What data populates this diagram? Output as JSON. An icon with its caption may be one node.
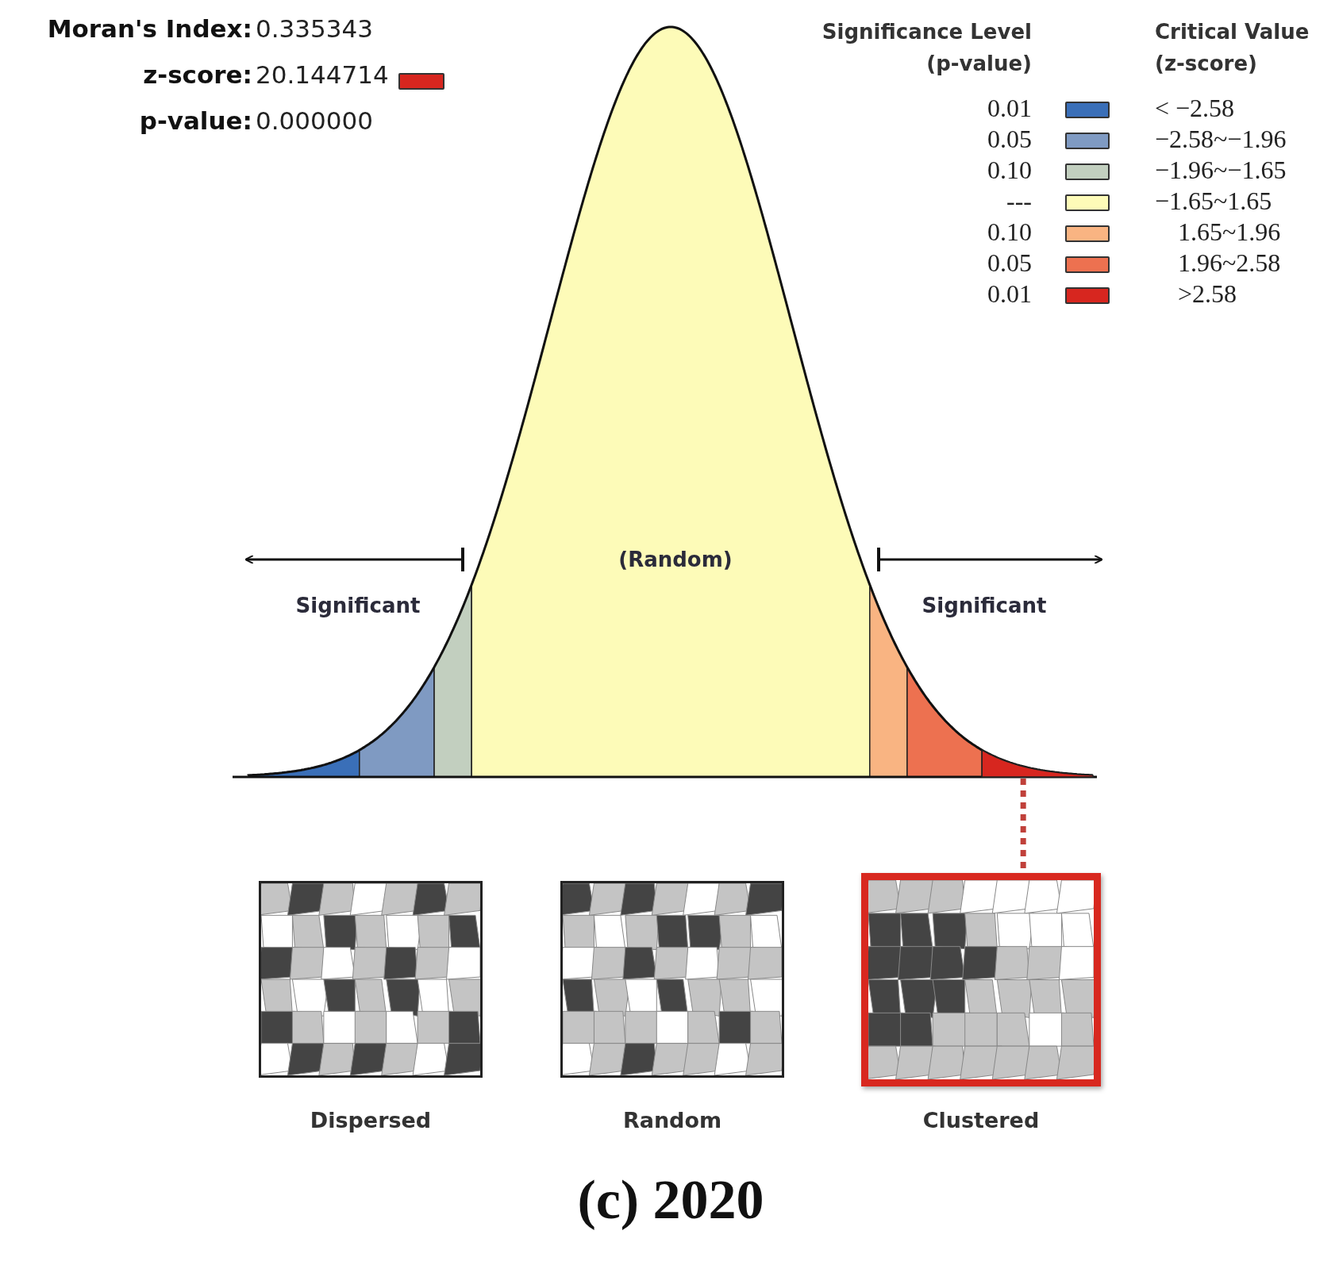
{
  "diagram": {
    "caption": "(c) 2020",
    "nodes": [
      {
        "text": [],
        "shape": "picture"
      },
      {
        "text": [
          "Dispersed"
        ]
      },
      {
        "text": [
          "Random"
        ]
      },
      {
        "text": [
          "Clustered"
        ]
      }
    ],
    "edges": [
      {
        "from": 0,
        "to": 3,
        "arrow": "none",
        "style": "dashed",
        "color": "#c0403a"
      }
    ],
    "labels": [
      "Moran's Index:",
      "0.335343",
      "z-score:",
      "20.144714",
      "p-value:",
      "0.000000",
      "Significance Level (p-value)",
      "Critical Value (z-score)",
      "0.01",
      "0.05",
      "0.10",
      "---",
      "0.10",
      "0.05",
      "0.01",
      "(Random)",
      "Significant",
      "Significant"
    ],
    "legend": [
      {
        "text": "< −2.58",
        "color": "#3a6fb8"
      },
      {
        "text": "−2.58~−1.96",
        "color": "#7f9ac2"
      },
      {
        "text": "−1.96~−1.65",
        "color": "#c2cfbf"
      },
      {
        "text": "−1.65~1.65",
        "color": "#fdfbb8"
      },
      {
        "text": "1.65~1.96",
        "color": "#f9b482"
      },
      {
        "text": "1.96~2.58",
        "color": "#ed7150"
      },
      {
        "text": ">2.58",
        "color": "#d7261f"
      }
    ]
  }
}
